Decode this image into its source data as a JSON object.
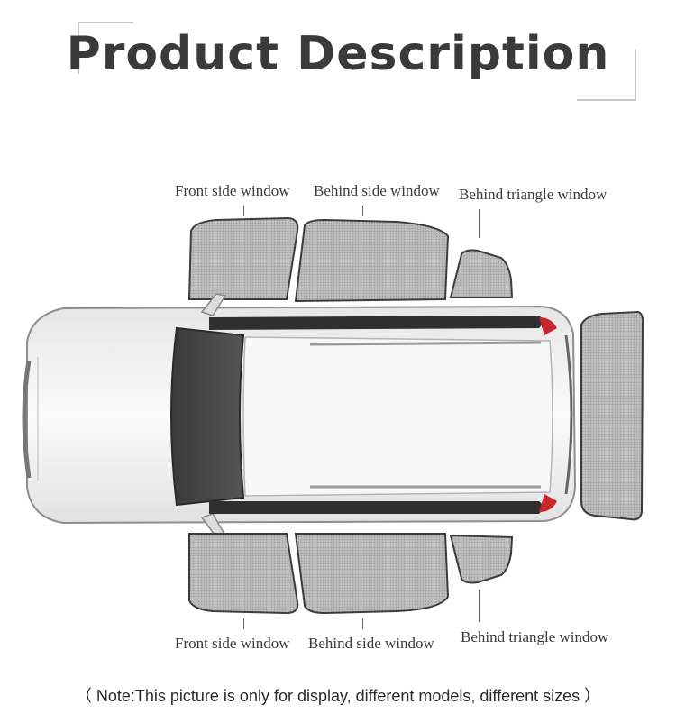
{
  "title": "Product Description",
  "labels": {
    "top_front": "Front side window",
    "top_behind": "Behind side window",
    "top_triangle": "Behind triangle window",
    "bottom_front": "Front side window",
    "bottom_behind": "Behind side window",
    "bottom_triangle": "Behind triangle window"
  },
  "note": "（ Note:This picture is only for display, different models, different sizes ）",
  "colors": {
    "title": "#3a3a3a",
    "shade_fill": "#b9b9b9",
    "shade_edge": "#3c3c3c",
    "car_body": "#f2f2f2"
  }
}
